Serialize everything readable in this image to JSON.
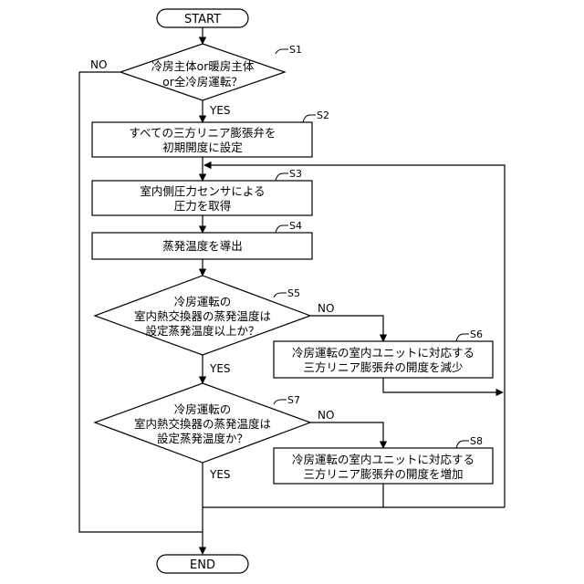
{
  "start_label": "START",
  "end_label": "END",
  "steps": {
    "s1": {
      "id": "S1",
      "lines": [
        "冷房主体or暖房主体",
        "or全冷房運転？"
      ]
    },
    "s2": {
      "id": "S2",
      "lines": [
        "すべての三方リニア膨張弁を",
        "初期開度に設定"
      ]
    },
    "s3": {
      "id": "S3",
      "lines": [
        "室内側圧力センサによる",
        "圧力を取得"
      ]
    },
    "s4": {
      "id": "S4",
      "lines": [
        "蒸発温度を導出"
      ]
    },
    "s5": {
      "id": "S5",
      "lines": [
        "冷房運転の",
        "室内熱交換器の蒸発温度は",
        "設定蒸発温度以上か？"
      ]
    },
    "s6": {
      "id": "S6",
      "lines": [
        "冷房運転の室内ユニットに対応する",
        "三方リニア膨張弁の開度を減少"
      ]
    },
    "s7": {
      "id": "S7",
      "lines": [
        "冷房運転の",
        "室内熱交換器の蒸発温度は",
        "設定蒸発温度か？"
      ]
    },
    "s8": {
      "id": "S8",
      "lines": [
        "冷房運転の室内ユニットに対応する",
        "三方リニア膨張弁の開度を増加"
      ]
    }
  },
  "branch_labels": {
    "s1_yes": "YES",
    "s1_no": "NO",
    "s5_yes": "YES",
    "s5_no": "NO",
    "s7_yes": "YES",
    "s7_no": "NO"
  }
}
